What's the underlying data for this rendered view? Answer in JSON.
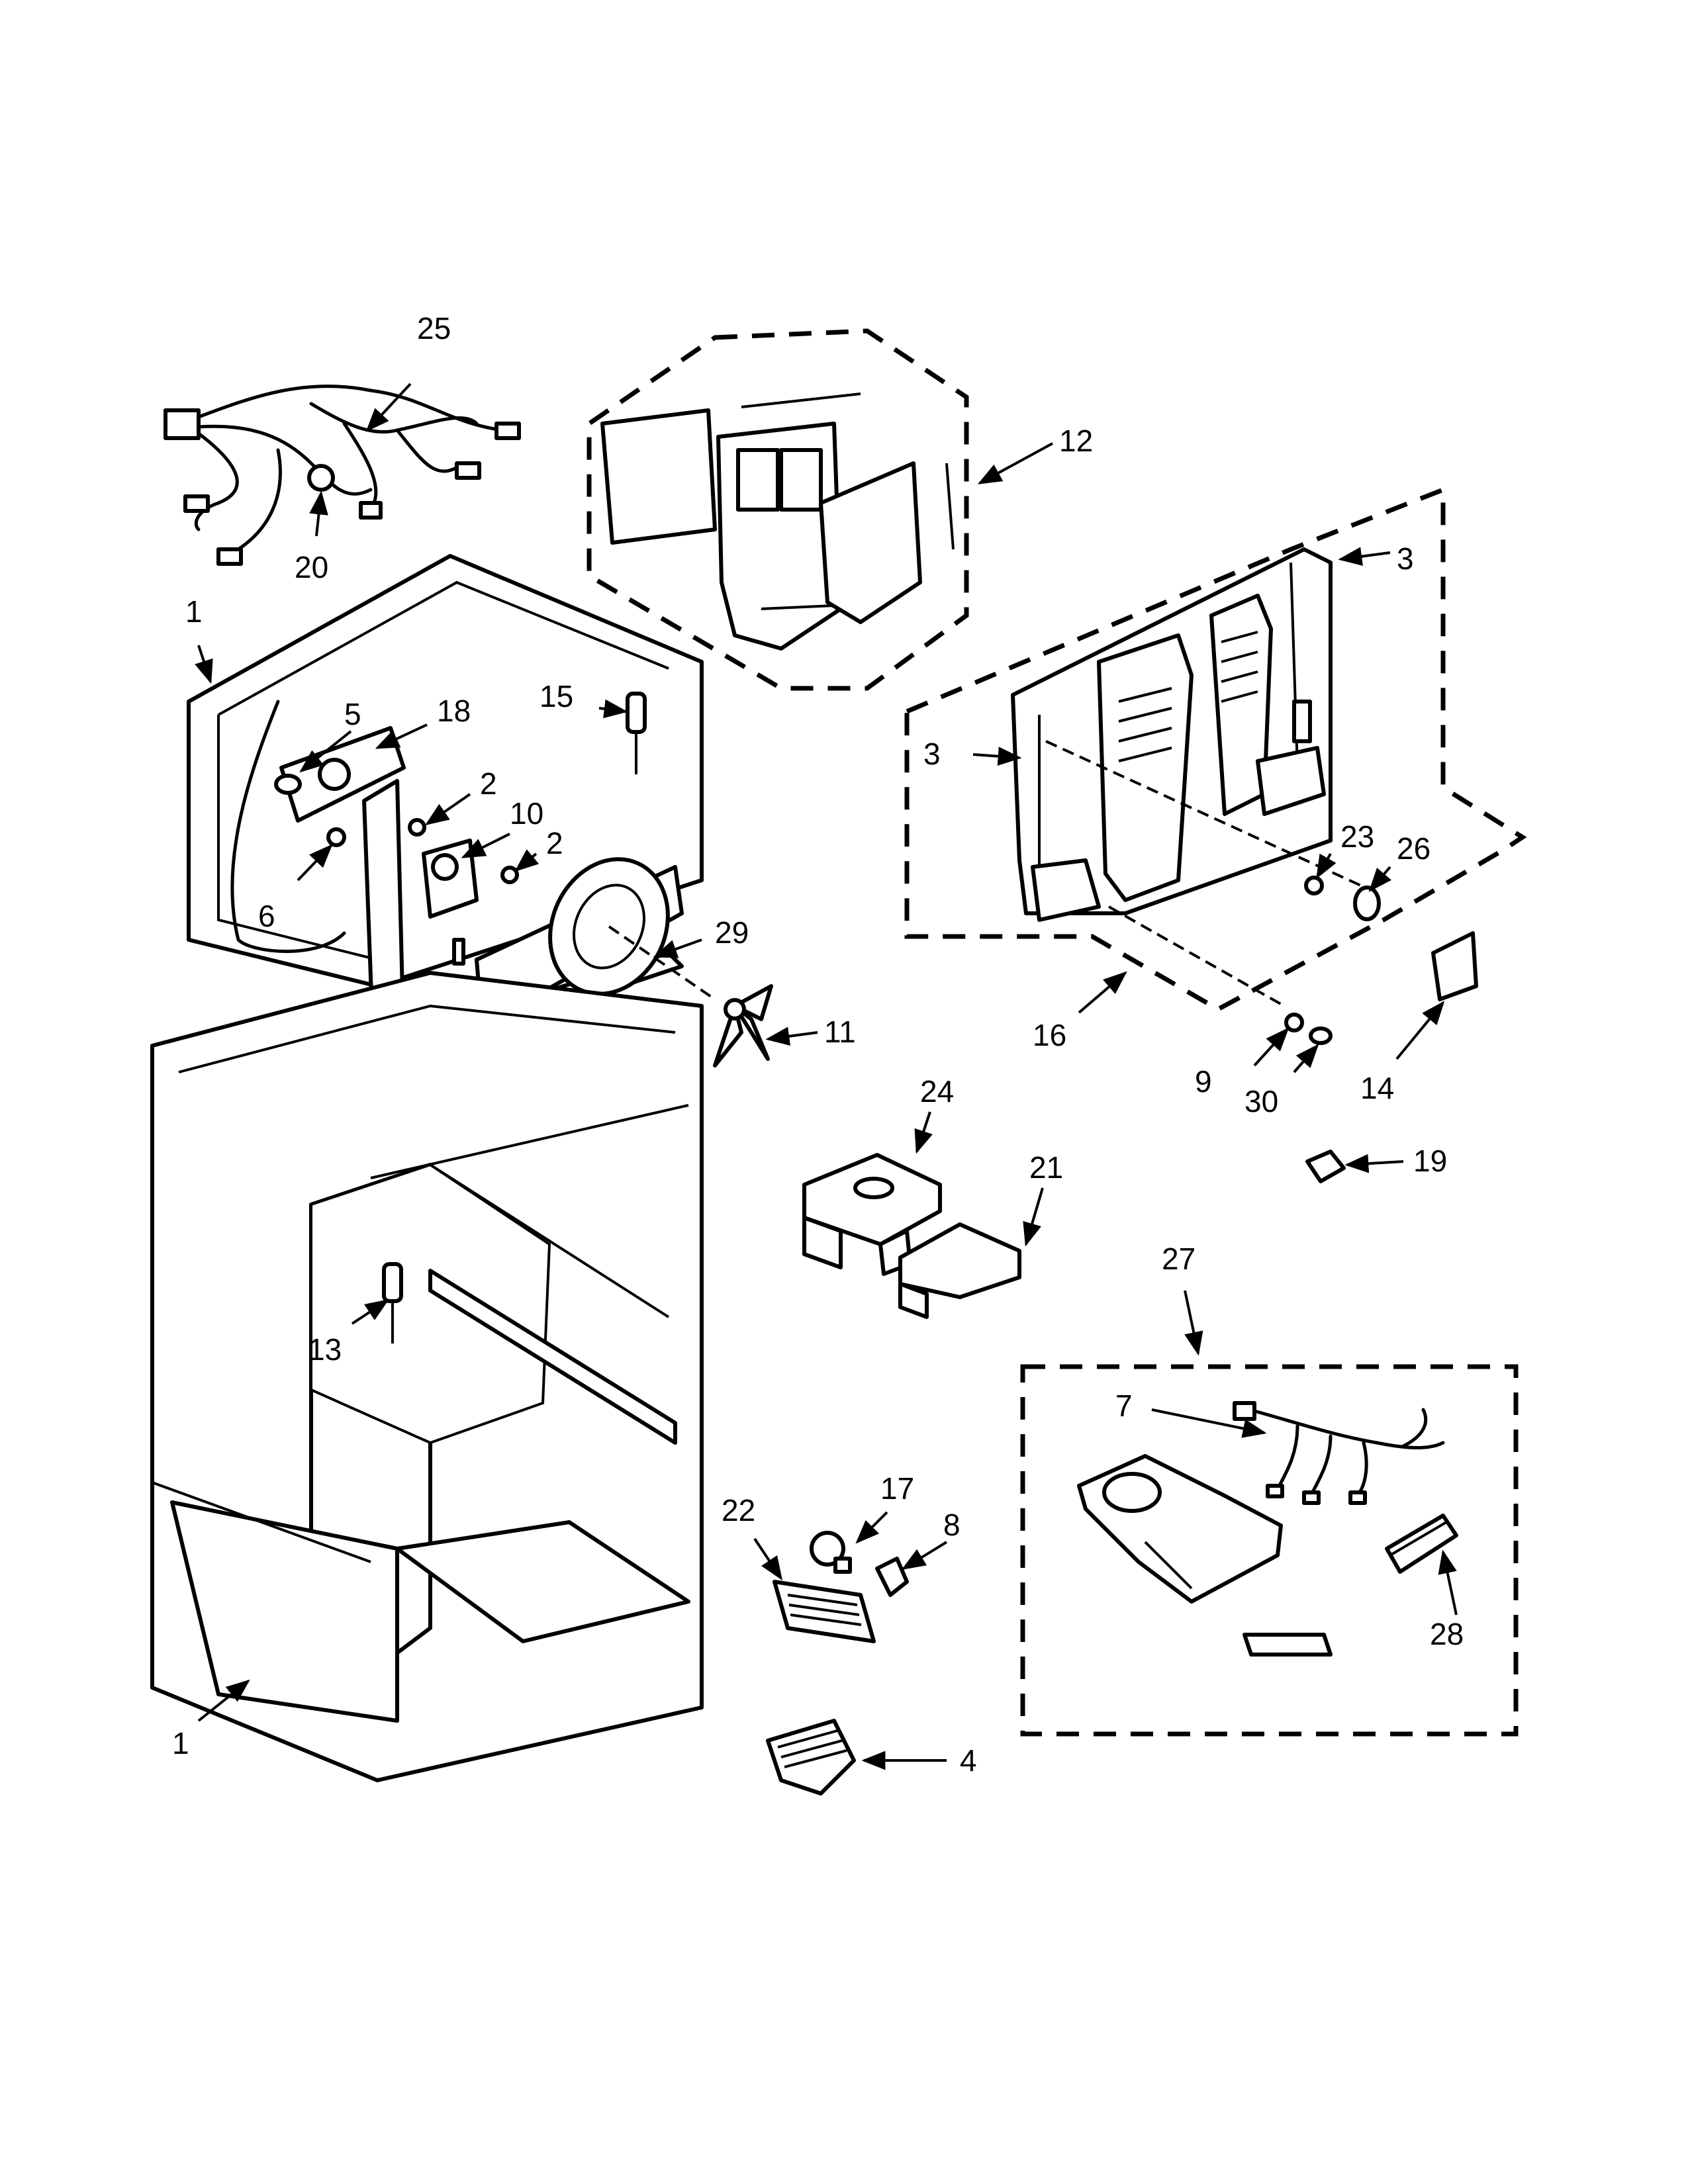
{
  "callouts": {
    "c1_top": "1",
    "c1_bottom": "1",
    "c2_a": "2",
    "c2_b": "2",
    "c3_a": "3",
    "c3_b": "3",
    "c4": "4",
    "c5": "5",
    "c6": "6",
    "c7": "7",
    "c8": "8",
    "c9": "9",
    "c10": "10",
    "c11": "11",
    "c12": "12",
    "c13": "13",
    "c14": "14",
    "c15": "15",
    "c16": "16",
    "c17": "17",
    "c18": "18",
    "c19": "19",
    "c20": "20",
    "c21": "21",
    "c22": "22",
    "c23": "23",
    "c24": "24",
    "c25": "25",
    "c26": "26",
    "c27": "27",
    "c28": "28",
    "c29": "29",
    "c30": "30"
  }
}
